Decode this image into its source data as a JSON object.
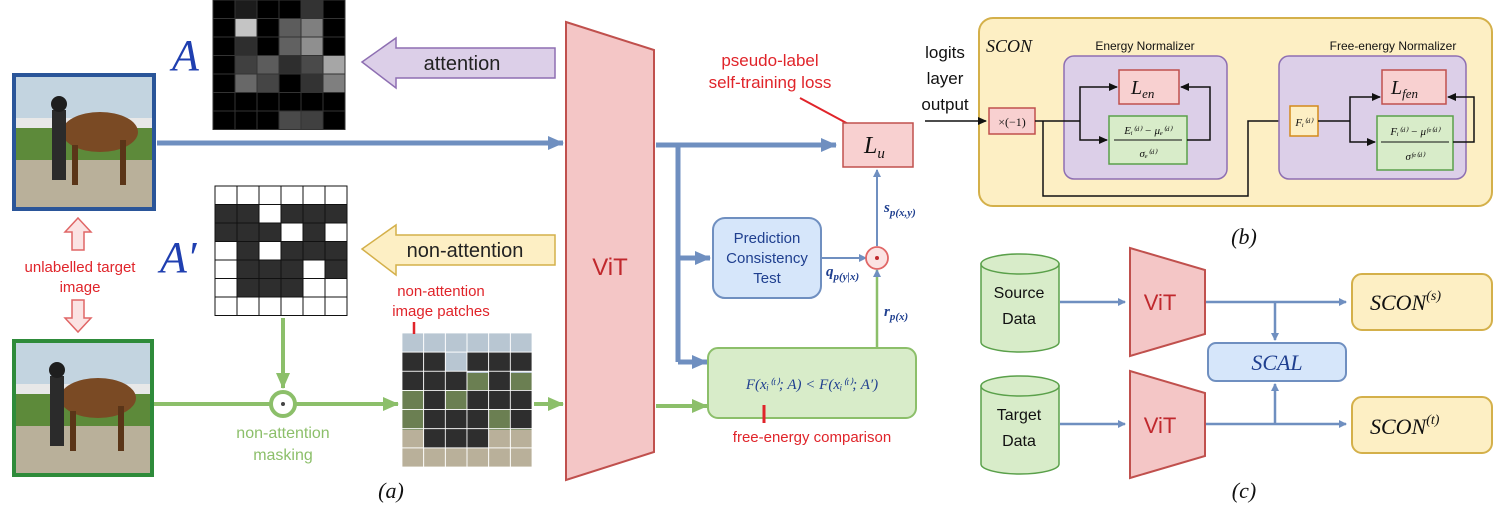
{
  "panel_a": {
    "caption": "(a)",
    "attention_label": "attention",
    "non_attention_label": "non-attention",
    "matrix_a_label": "A",
    "matrix_a_prime_label": "A′",
    "unlabelled_line1": "unlabelled target",
    "unlabelled_line2": "image",
    "vit_label": "ViT",
    "pseudo_label_line1": "pseudo-label",
    "pseudo_label_line2": "self-training loss",
    "loss_label": "L",
    "loss_sub": "u",
    "pct_line1": "Prediction",
    "pct_line2": "Consistency",
    "pct_line3": "Test",
    "s_label": "s",
    "s_sub": "p(x,y)",
    "q_label": "q",
    "q_sub": "p(y|x)",
    "r_label": "r",
    "r_sub": "p(x)",
    "patches_line1": "non-attention",
    "patches_line2": "image patches",
    "masking_line1": "non-attention",
    "masking_line2": "masking",
    "fe_compare_label": "free-energy comparison",
    "fe_formula": "F(xᵢ⁽ᵗ⁾; A) < F(xᵢ⁽ᵗ⁾; A′)",
    "attention_matrix": [
      [
        0.0,
        0.12,
        0.0,
        0.0,
        0.22,
        0.0
      ],
      [
        0.0,
        0.85,
        0.0,
        0.4,
        0.55,
        0.0
      ],
      [
        0.0,
        0.2,
        0.0,
        0.42,
        0.62,
        0.0
      ],
      [
        0.0,
        0.28,
        0.4,
        0.2,
        0.32,
        0.72
      ],
      [
        0.0,
        0.45,
        0.3,
        0.0,
        0.22,
        0.55
      ],
      [
        0.0,
        0.0,
        0.0,
        0.0,
        0.0,
        0.0
      ],
      [
        0.0,
        0.0,
        0.0,
        0.32,
        0.28,
        0.0
      ]
    ],
    "mask_matrix": [
      [
        0,
        0,
        0,
        0,
        0,
        0
      ],
      [
        1,
        1,
        0,
        1,
        1,
        1
      ],
      [
        1,
        1,
        1,
        0,
        1,
        0
      ],
      [
        0,
        1,
        0,
        1,
        1,
        1
      ],
      [
        0,
        1,
        1,
        1,
        0,
        1
      ],
      [
        0,
        1,
        1,
        1,
        0,
        0
      ],
      [
        0,
        0,
        0,
        0,
        0,
        0
      ]
    ]
  },
  "panel_b": {
    "caption": "(b)",
    "scon_title": "SCON",
    "input_line1": "logits",
    "input_line2": "layer",
    "input_line3": "output",
    "neg_label": "×(−1)",
    "energy_title": "Energy Normalizer",
    "free_energy_title": "Free-energy Normalizer",
    "l_en": "L",
    "l_en_sub": "en",
    "l_fen": "L",
    "l_fen_sub": "fen",
    "e_numerator": "Eᵢ⁽ᵈ⁾ − μₑ⁽ᵈ⁾",
    "e_denominator": "σₑ⁽ᵈ⁾",
    "f_input": "Fᵢ⁽ᵈ⁾",
    "f_numerator": "Fᵢ⁽ᵈ⁾ − μᶠᵉ⁽ᵈ⁾",
    "f_denominator": "σᶠᵉ⁽ᵈ⁾"
  },
  "panel_c": {
    "caption": "(c)",
    "source_line1": "Source",
    "source_line2": "Data",
    "target_line1": "Target",
    "target_line2": "Data",
    "vit_label": "ViT",
    "scal_label": "SCAL",
    "scon_s": "SCON",
    "scon_s_sup": "(s)",
    "scon_t": "SCON",
    "scon_t_sup": "(t)"
  },
  "colors": {
    "blue_arrow": "#6f8fc0",
    "green_arrow": "#8cbf6a",
    "red_text": "#e0242a",
    "vit_fill": "#f4c6c6",
    "vit_stroke": "#c0504d",
    "purple_fill": "#dccfe8",
    "yellow_fill": "#fdefc4",
    "light_blue_fill": "#d6e6fa",
    "green_fill": "#d8ecc9"
  }
}
